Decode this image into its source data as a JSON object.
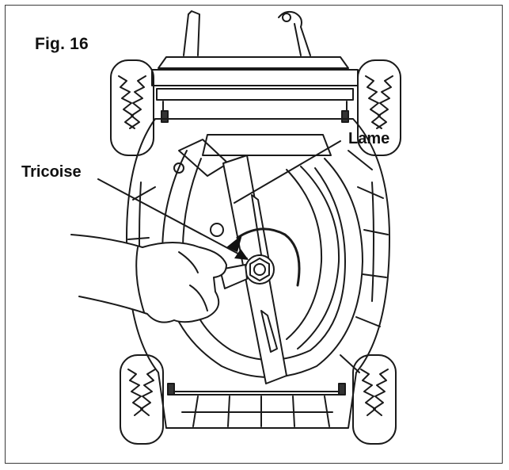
{
  "figure": {
    "title": "Fig. 16",
    "labels": {
      "lame": "Lame",
      "tricoise": "Tricoise"
    }
  }
}
